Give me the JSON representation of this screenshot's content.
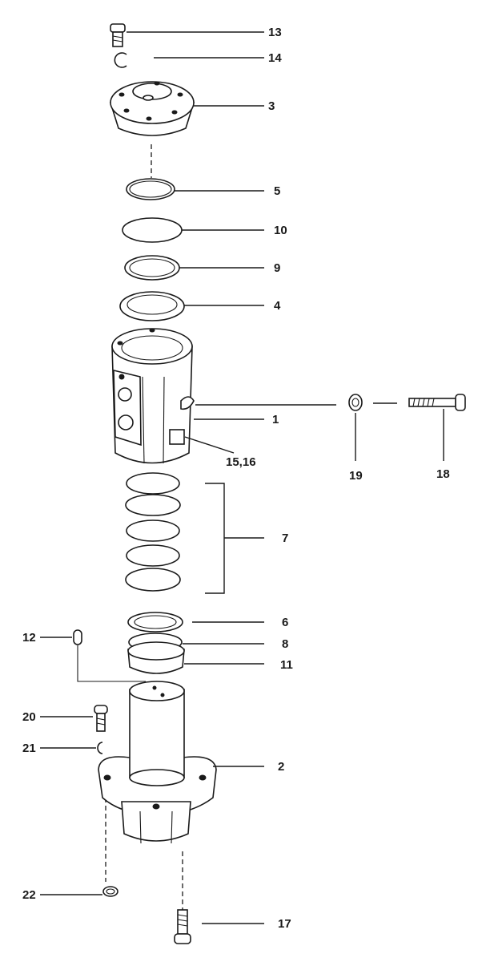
{
  "callouts": {
    "c13": "13",
    "c14": "14",
    "c3": "3",
    "c5": "5",
    "c10": "10",
    "c9": "9",
    "c4": "4",
    "c1": "1",
    "c15_16": "15,16",
    "c19": "19",
    "c18": "18",
    "c7": "7",
    "c6": "6",
    "c8": "8",
    "c11": "11",
    "c12": "12",
    "c20": "20",
    "c21": "21",
    "c2": "2",
    "c22": "22",
    "c17": "17"
  }
}
